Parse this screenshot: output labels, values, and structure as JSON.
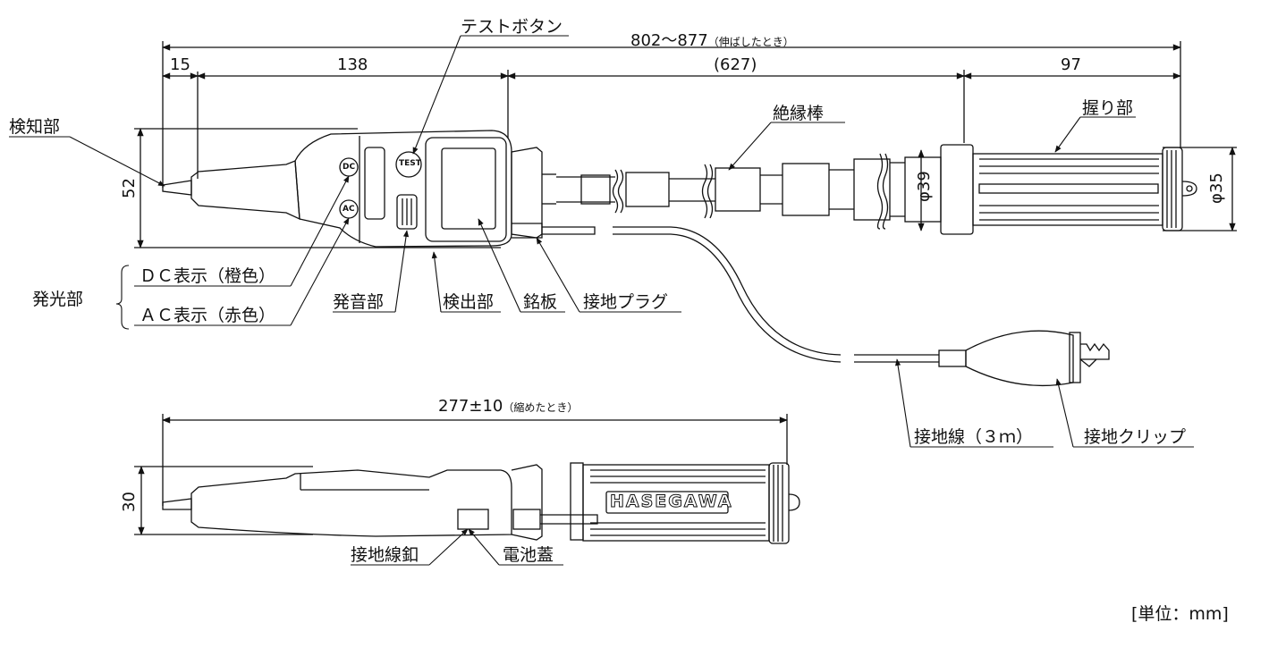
{
  "dimensions": {
    "overall_extended": "802～877",
    "overall_extended_note": "（伸ばしたとき）",
    "tip": "15",
    "body": "138",
    "rod": "(627)",
    "grip": "97",
    "height": "52",
    "diameter_39": "φ39",
    "diameter_35": "φ35",
    "overall_retracted": "277±10",
    "overall_retracted_note": "（縮めたとき）",
    "height_side": "30"
  },
  "labels": {
    "test_button": "テストボタン",
    "detector": "検知部",
    "insulating_rod": "絶縁棒",
    "grip_part": "握り部",
    "light_part": "発光部",
    "dc_indicator": "ＤＣ表示（橙色）",
    "ac_indicator": "ＡＣ表示（赤色）",
    "sounder": "発音部",
    "detection_unit": "検出部",
    "nameplate": "銘板",
    "ground_plug": "接地プラグ",
    "ground_wire": "接地線（３ｍ）",
    "ground_clip": "接地クリップ",
    "ground_terminal": "接地線釦",
    "battery_cover": "電池蓋",
    "unit": "[単位：mm]"
  },
  "device_marks": {
    "test": "TEST",
    "dc": "DC",
    "ac": "AC",
    "brand": "HASEGAWA"
  }
}
